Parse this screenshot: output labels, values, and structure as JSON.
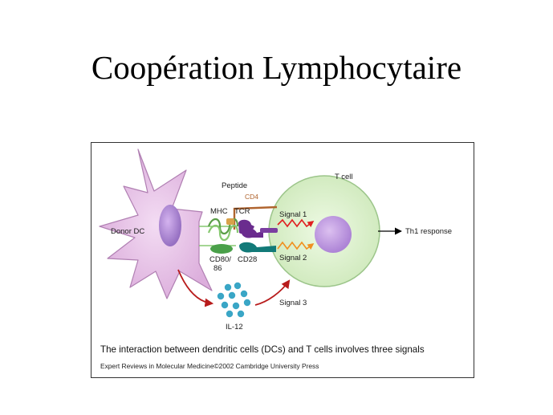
{
  "slide": {
    "title": "Coopération Lymphocytaire"
  },
  "diagram": {
    "labels": {
      "donor_dc": "Donor DC",
      "t_cell": "T cell",
      "peptide": "Peptide",
      "cd4": "CD4",
      "mhc": "MHC",
      "tcr": "TCR",
      "signal_1": "Signal 1",
      "signal_2": "Signal 2",
      "signal_3": "Signal 3",
      "cd80_line1": "CD80/",
      "cd80_line2": "86",
      "cd28": "CD28",
      "il12": "IL-12",
      "th1_response": "Th1 response"
    },
    "caption": "The interaction between dendritic cells (DCs) and T cells involves three signals",
    "credit": "Expert Reviews in Molecular Medicine©2002 Cambridge University Press"
  },
  "colors": {
    "dc_fill": "#e9c5ea",
    "dc_nucleus": "#b48ad6",
    "tcell_fill": "#def2cf",
    "tcell_nucleus": "#c49be0",
    "mhc": "#86c870",
    "tcr": "#6a2c8e",
    "cd4": "#b0642e",
    "cd80": "#4aa04a",
    "cd28": "#127a78",
    "signal_1": "#e02020",
    "signal_2": "#f09020",
    "arrow_red": "#b81c1c",
    "il12": "#3aa6c6"
  }
}
